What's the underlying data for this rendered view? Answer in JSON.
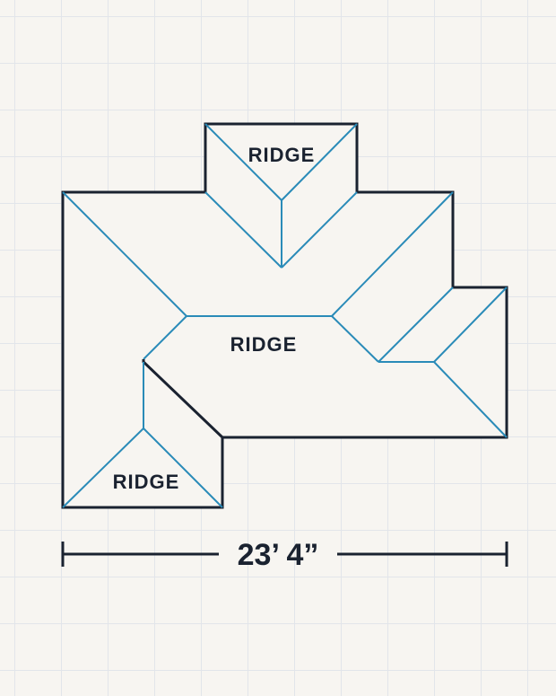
{
  "labels": {
    "ridge_top": "RIDGE",
    "ridge_main": "RIDGE",
    "ridge_bottom": "RIDGE"
  },
  "dimension": {
    "width_text": "23’ 4”"
  },
  "colors": {
    "outline": "#1a2230",
    "hip_lines": "#2a8bb8",
    "background": "#f7f5f1",
    "grid": "#e2e5ea"
  }
}
